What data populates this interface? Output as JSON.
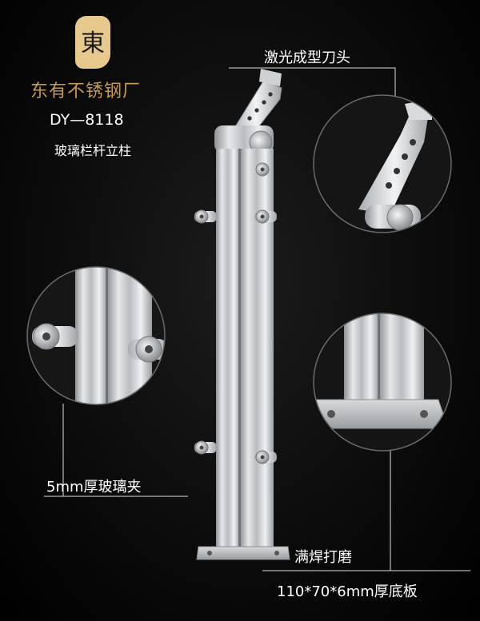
{
  "brand": {
    "logo_glyph": "東",
    "name": "东有不锈钢厂",
    "model": "DY—8118",
    "product": "玻璃栏杆立柱"
  },
  "callouts": {
    "laser_blade": "激光成型刀头",
    "glass_clamp": "5mm厚玻璃夹",
    "full_weld": "满焊打磨",
    "base_plate": "110*70*6mm厚底板"
  },
  "colors": {
    "background": "#0c0c0c",
    "brand_gold": "#c49a50",
    "logo_bg": "#e8c98d",
    "steel_light": "#e6e8ea",
    "steel_dark": "#8e9296",
    "text": "#ffffff"
  }
}
